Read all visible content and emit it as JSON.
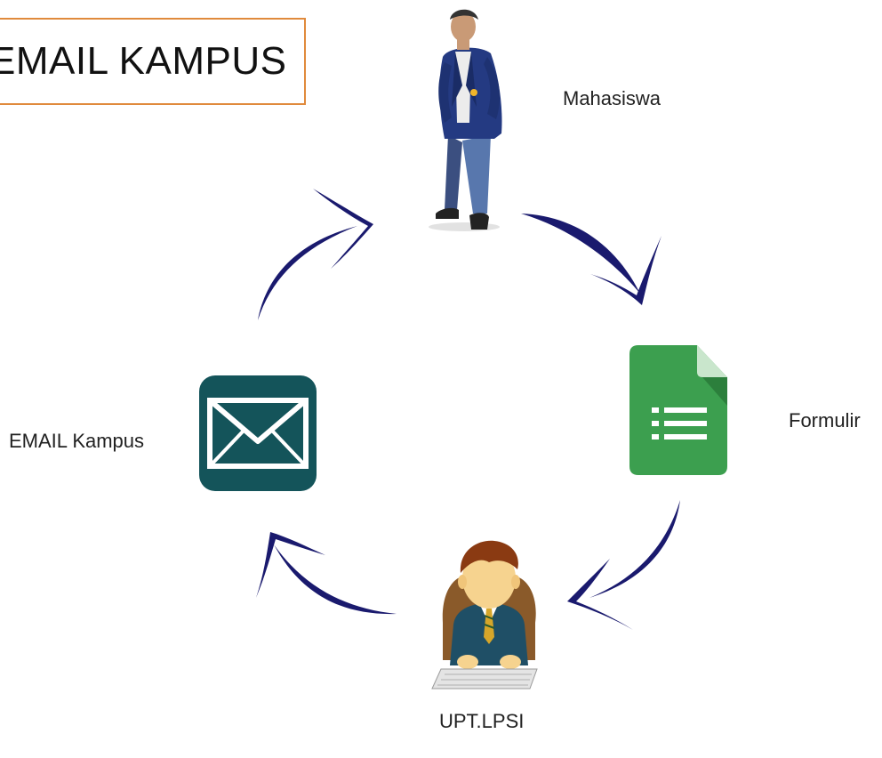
{
  "title": "EMAIL KAMPUS",
  "nodes": {
    "mahasiswa": {
      "label": "Mahasiswa",
      "icon": "student-person-icon"
    },
    "formulir": {
      "label": "Formulir",
      "icon": "form-document-icon"
    },
    "upt": {
      "label": "UPT.LPSI",
      "icon": "operator-at-keyboard-icon"
    },
    "email": {
      "label": "EMAIL Kampus",
      "icon": "envelope-icon"
    }
  },
  "colors": {
    "title_border": "#e08a3c",
    "arrow": "#1a1a6e",
    "form_green": "#3c9f4f",
    "email_teal": "#14545a"
  }
}
